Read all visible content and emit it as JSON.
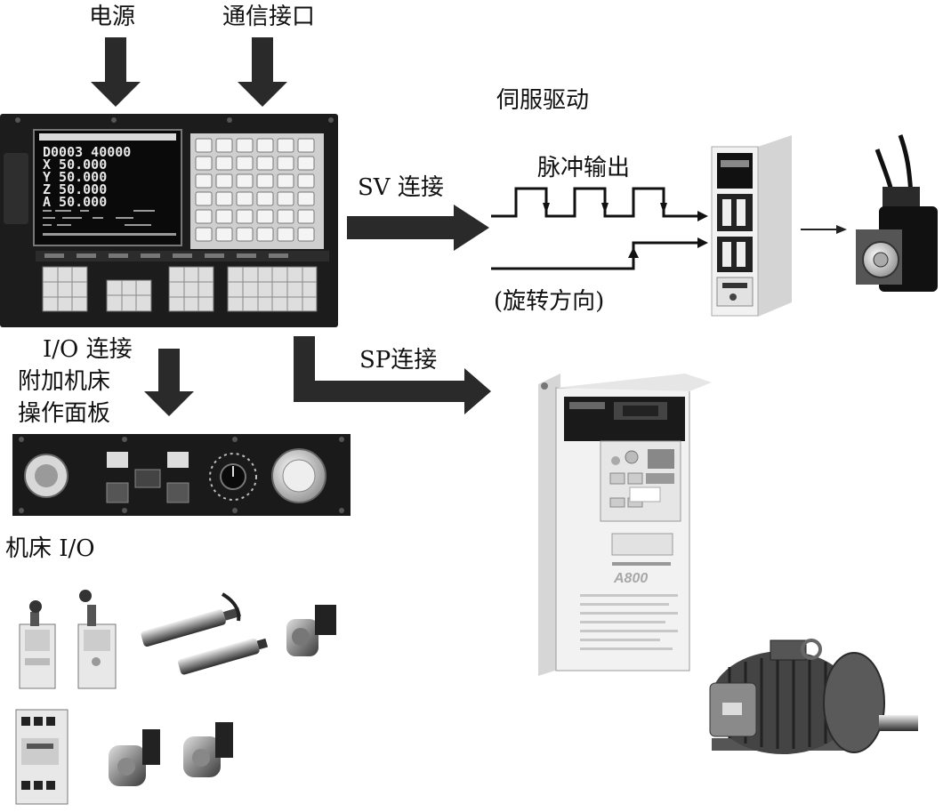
{
  "labels": {
    "power": "电源",
    "comm_interface": "通信接口",
    "servo_drive": "伺服驱动",
    "sv_connection": "SV 连接",
    "pulse_output": "脉冲输出",
    "rotation_direction": "(旋转方向)",
    "io_connection": "I/O 连接",
    "aux_panel_line1": "附加机床",
    "aux_panel_line2": "操作面板",
    "sp_connection": "SP连接",
    "machine_io": "机床 I/O"
  },
  "cnc_screen": {
    "rows": [
      "D0003  40000",
      "X   50.000",
      "Y   50.000",
      "Z   50.000",
      "A   50.000"
    ]
  },
  "inverter": {
    "model": "A800"
  },
  "colors": {
    "ink": "#111111",
    "arrow": "#2a2a2a",
    "panel": "#1c1c1c",
    "device": "#f1f1f1"
  }
}
